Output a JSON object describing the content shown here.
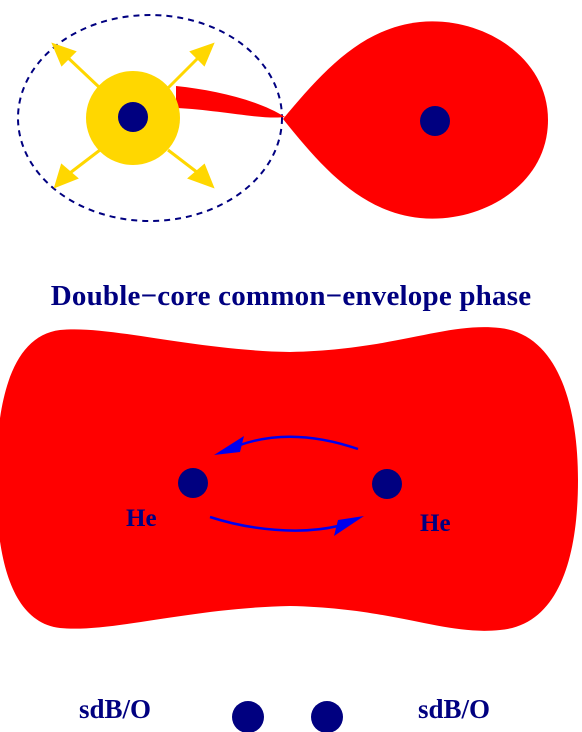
{
  "colors": {
    "envelope": "#ff0000",
    "core": "#000080",
    "donor_star": "#ffd700",
    "wind_arrows": "#ffd700",
    "orbit_arrows": "#0000ee",
    "roche_lobe": "#000080",
    "text": "#000080"
  },
  "top_panel": {
    "description_icons": [
      "accretor-star",
      "wind-arrows",
      "roche-lobe-dashed",
      "mass-transfer-stream",
      "giant-envelope",
      "giant-core"
    ]
  },
  "middle_panel": {
    "title": "Double−core common−envelope phase",
    "core_label_left": "He",
    "core_label_right": "He"
  },
  "bottom_panel": {
    "label_left": "sdB/O",
    "label_right": "sdB/O"
  }
}
